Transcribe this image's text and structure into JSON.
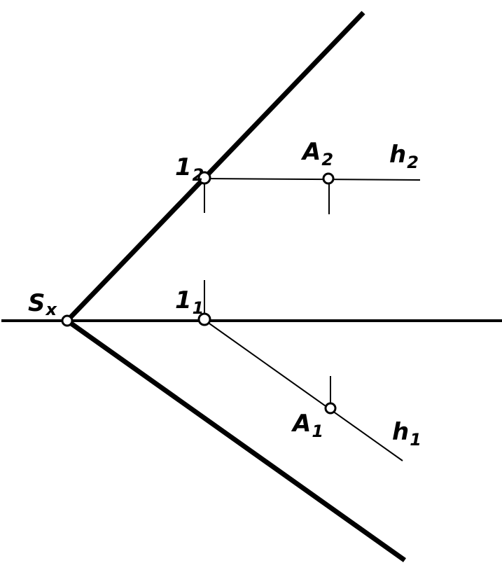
{
  "labels": {
    "sx": "S",
    "sx_sub": "x",
    "p1_2": "1",
    "p1_2_sub": "2",
    "p1_1": "1",
    "p1_1_sub": "1",
    "a2": "A",
    "a2_sub": "2",
    "a1": "A",
    "a1_sub": "1",
    "h2": "h",
    "h2_sub": "2",
    "h1": "h",
    "h1_sub": "1"
  },
  "colors": {
    "ink": "#000000",
    "paper": "#ffffff"
  }
}
